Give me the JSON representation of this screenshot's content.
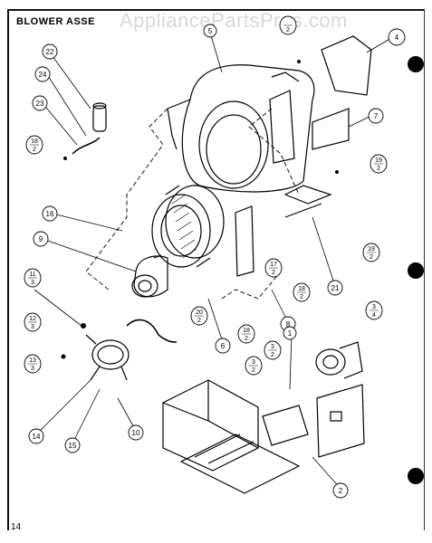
{
  "header": {
    "title": "BLOWER ASSE",
    "watermark": "AppliancePartsPros.com"
  },
  "footer": {
    "page_number": "14"
  },
  "callouts": {
    "c1": "1",
    "c2": "2",
    "c4": "4",
    "c5": "5",
    "c6": "6",
    "c7": "7",
    "c8": "8",
    "c9": "9",
    "c10": "10",
    "c14": "14",
    "c15": "15",
    "c16": "16",
    "c21": "21",
    "c22": "22",
    "c23": "23",
    "c24": "24"
  },
  "fractions": {
    "f18_top": {
      "num": "18",
      "den": "2"
    },
    "f19_right": {
      "num": "19",
      "den": "2"
    },
    "f19_lower": {
      "num": "19",
      "den": "2"
    },
    "f17": {
      "num": "17",
      "den": "2"
    },
    "f18_mid": {
      "num": "18",
      "den": "2"
    },
    "f18_low": {
      "num": "18",
      "den": "2"
    },
    "f11": {
      "num": "11",
      "den": "3"
    },
    "f12": {
      "num": "12",
      "den": "3"
    },
    "f13": {
      "num": "13",
      "den": "3"
    },
    "f20": {
      "num": "20",
      "den": "2"
    },
    "f3_mid": {
      "num": "3",
      "den": "2"
    },
    "f3_left": {
      "num": "3",
      "den": "2"
    },
    "f3_right": {
      "num": "3",
      "den": "4"
    },
    "f_top": {
      "num": "",
      "den": "2"
    }
  }
}
